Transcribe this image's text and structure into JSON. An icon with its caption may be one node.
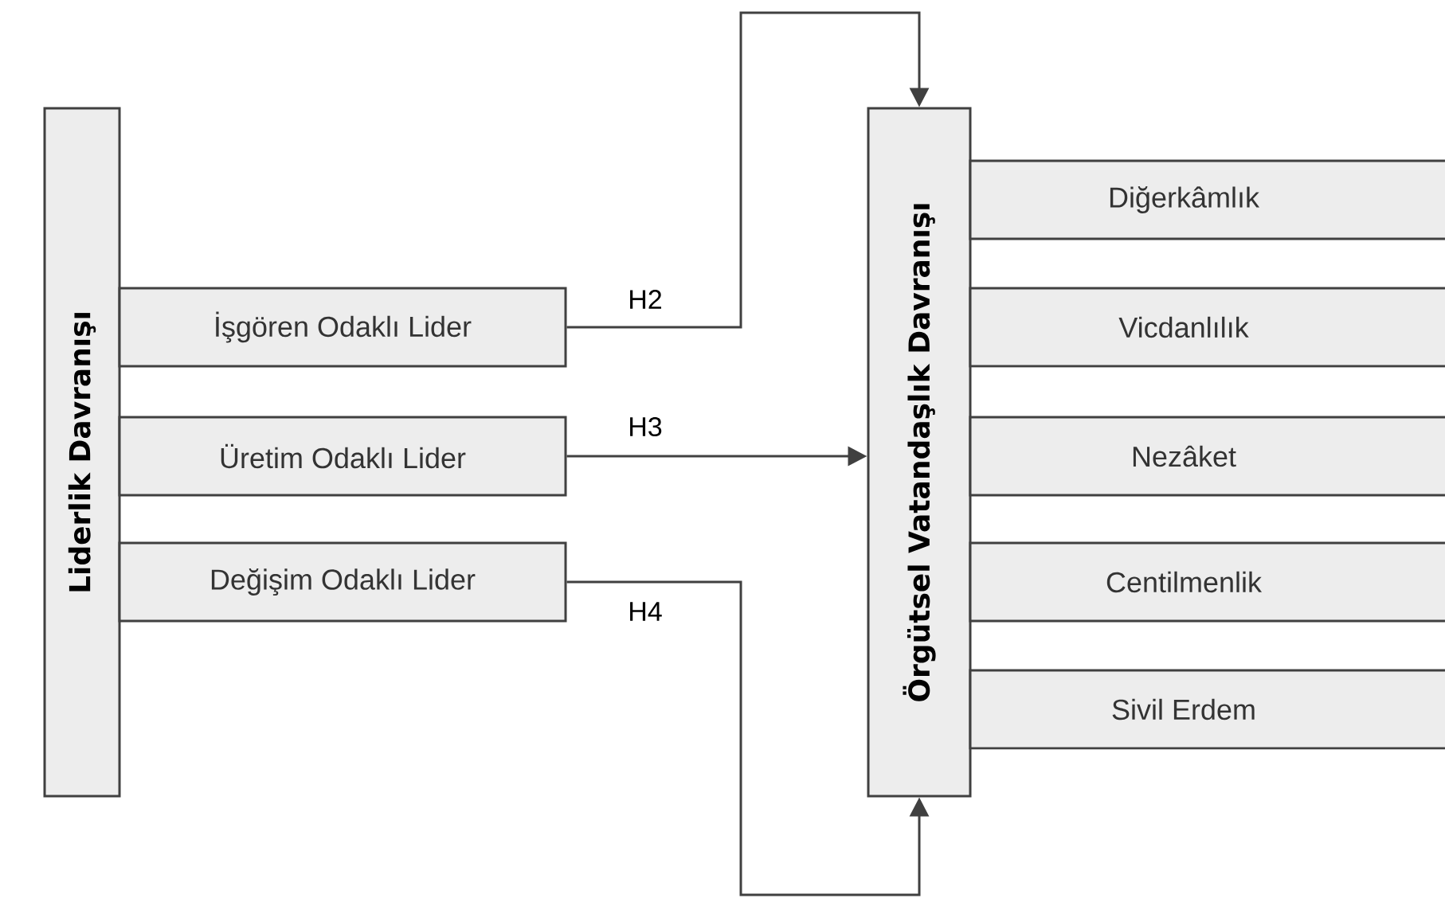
{
  "diagram": {
    "nodes": [
      {
        "text": [
          "Liderlik Davranışı"
        ]
      },
      {
        "text": [
          "İşgören Odaklı Lider"
        ]
      },
      {
        "text": [
          "Üretim Odaklı Lider"
        ]
      },
      {
        "text": [
          "Değişim Odaklı Lider"
        ]
      },
      {
        "text": [
          "Örgütsel Vatandaşlık Davranışı"
        ]
      },
      {
        "text": [
          "Diğerkâmlık"
        ]
      },
      {
        "text": [
          "Vicdanlılık"
        ]
      },
      {
        "text": [
          "Nezâket"
        ]
      },
      {
        "text": [
          "Centilmenlik"
        ]
      },
      {
        "text": [
          "Sivil Erdem"
        ]
      }
    ],
    "edges": [
      {
        "from": 1,
        "to": 4,
        "arrow": "to",
        "label": "H2"
      },
      {
        "from": 2,
        "to": 4,
        "arrow": "to",
        "label": "H3"
      },
      {
        "from": 3,
        "to": 4,
        "arrow": "to",
        "label": "H4"
      }
    ]
  }
}
